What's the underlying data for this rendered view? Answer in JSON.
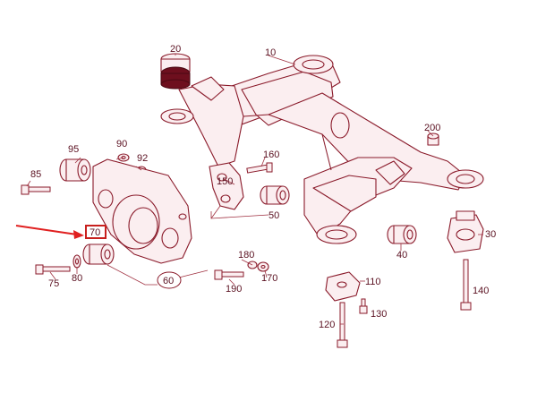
{
  "labels": {
    "p10": "10",
    "p20": "20",
    "p30": "30",
    "p40": "40",
    "p50": "50",
    "p60": "60",
    "p70": "70",
    "p75": "75",
    "p80": "80",
    "p85": "85",
    "p90": "90",
    "p92": "92",
    "p95": "95",
    "p110": "110",
    "p120": "120",
    "p130": "130",
    "p140": "140",
    "p150": "150",
    "p160": "160",
    "p170": "170",
    "p180": "180",
    "p190": "190",
    "p200": "200"
  },
  "highlight": {
    "part": "70",
    "color": "#e02020"
  },
  "colors": {
    "line": "#8a1a2a",
    "fill": "#fbeef0",
    "accent": "#e02020"
  }
}
